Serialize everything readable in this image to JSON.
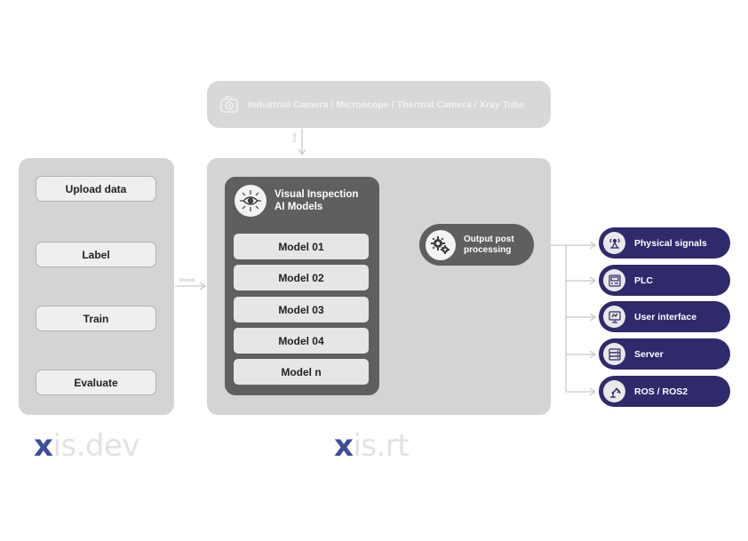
{
  "camera": {
    "label": "Industrial Camera / Microscope / Thermal Camera / Xray Tube",
    "icon": "camera-icon"
  },
  "arrows": {
    "live_label": "Live",
    "models_label": "Models"
  },
  "dev": {
    "steps": [
      "Upload data",
      "Label",
      "Train",
      "Evaluate"
    ],
    "logo": {
      "prefix": "x",
      "rest": "is.dev"
    }
  },
  "rt": {
    "models_title_line1": "Visual Inspection",
    "models_title_line2": "AI Models",
    "models_icon": "eye-chip-icon",
    "models": [
      "Model 01",
      "Model 02",
      "Model 03",
      "Model 04",
      "Model n"
    ],
    "post": {
      "line1": "Output post",
      "line2": "processing",
      "icon": "gears-icon"
    },
    "logo": {
      "prefix": "x",
      "rest": "is.rt"
    }
  },
  "outputs": [
    {
      "label": "Physical signals",
      "icon": "signal-icon"
    },
    {
      "label": "PLC",
      "icon": "plc-icon"
    },
    {
      "label": "User interface",
      "icon": "monitor-icon"
    },
    {
      "label": "Server",
      "icon": "server-icon"
    },
    {
      "label": "ROS / ROS2",
      "icon": "robot-arm-icon"
    }
  ],
  "colors": {
    "panel": "#d4d4d4",
    "dark_box": "#5f5f5f",
    "output_bg": "#2f2a6b",
    "logo_accent": "#3c4f9c",
    "arrow": "#c9c9c9"
  }
}
